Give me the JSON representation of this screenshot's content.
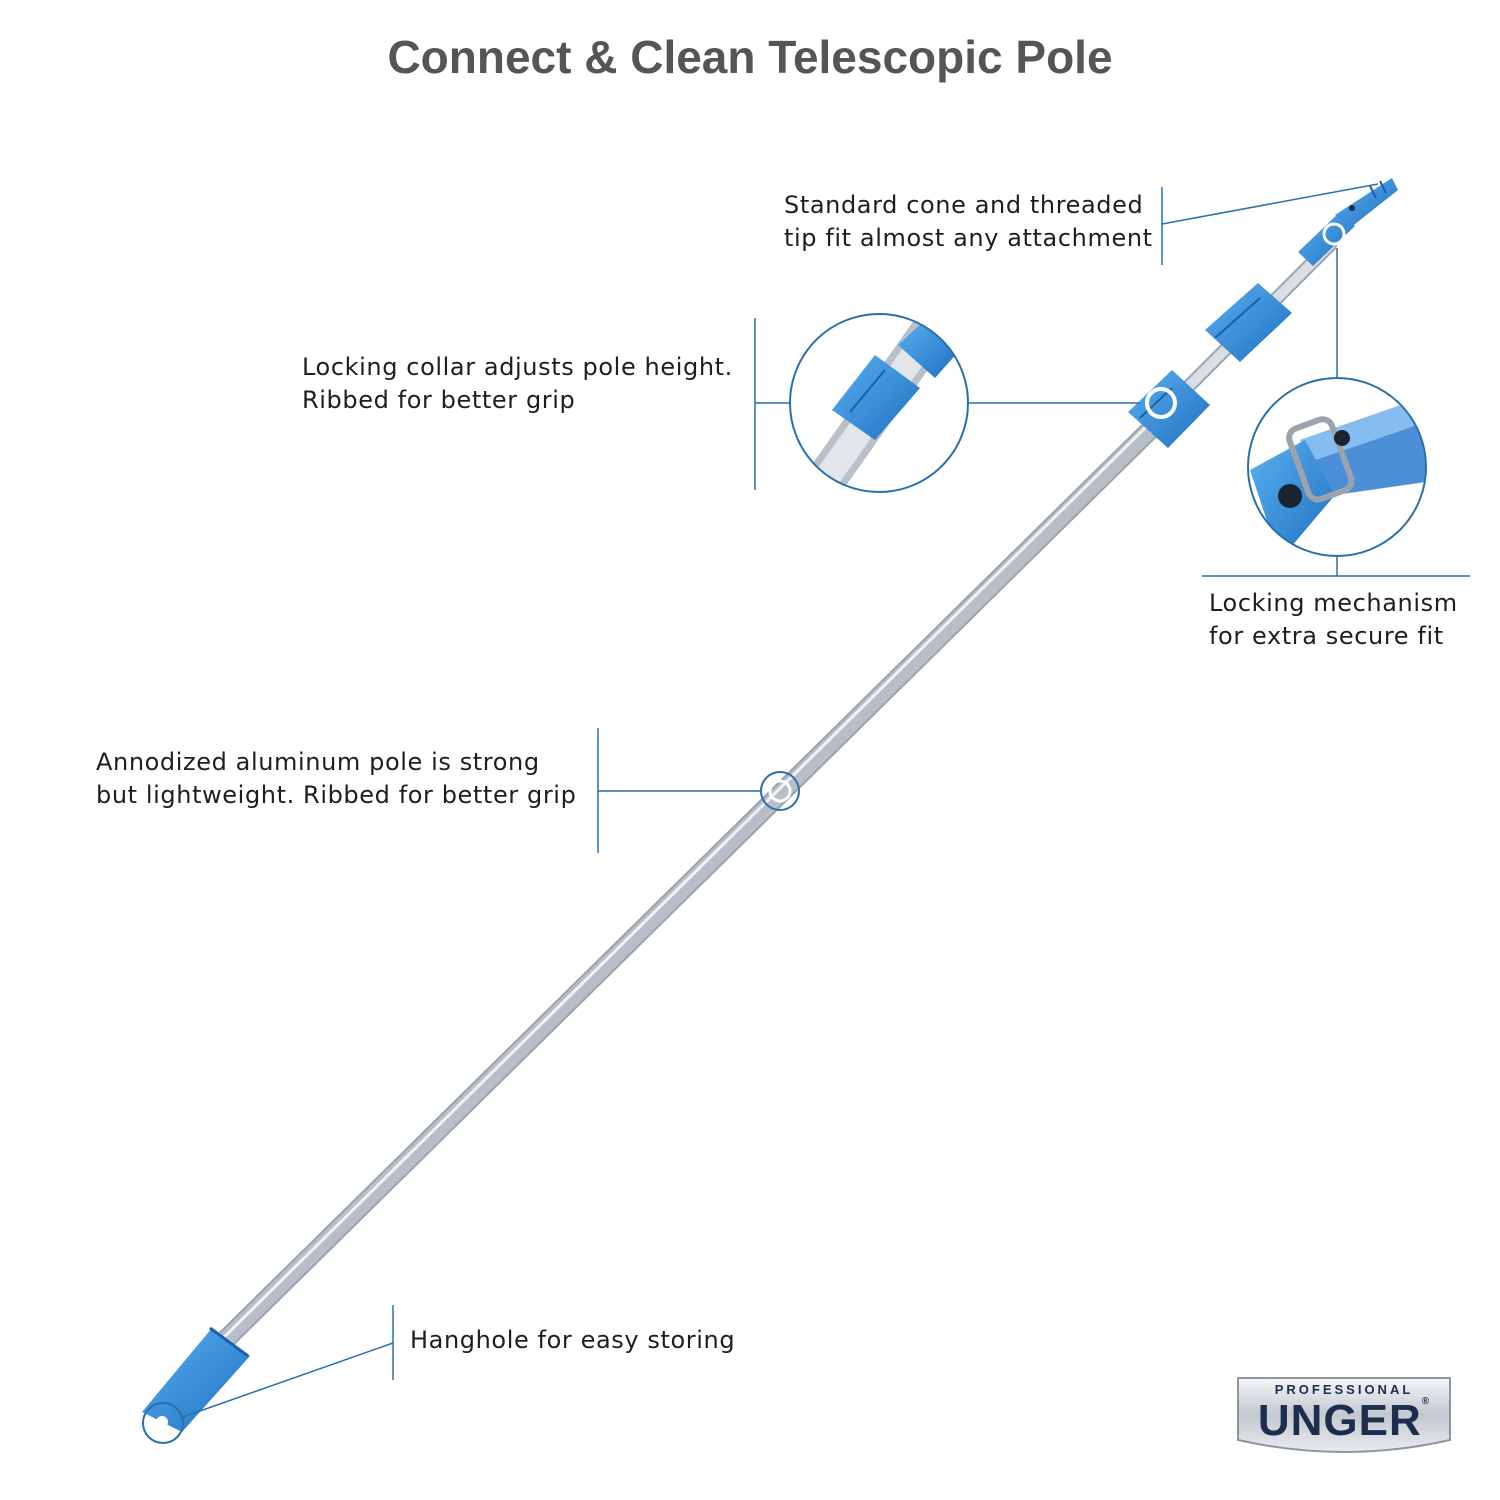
{
  "title": "Connect & Clean Telescopic Pole",
  "callouts": {
    "tip": {
      "line1": "Standard cone and threaded",
      "line2": "tip fit almost any attachment"
    },
    "collar": {
      "line1": "Locking collar adjusts pole height.",
      "line2": "Ribbed for better grip"
    },
    "mechanism": {
      "line1": "Locking mechanism",
      "line2": "for extra secure fit"
    },
    "pole": {
      "line1": "Annodized aluminum pole is strong",
      "line2": "but lightweight. Ribbed for better grip"
    },
    "hanghole": {
      "line1": "Hanghole for easy storing"
    }
  },
  "logo": {
    "top_text": "PROFESSIONAL",
    "brand": "UNGER",
    "registered_mark": "®"
  },
  "colors": {
    "accent_blue": "#2f86d6",
    "line_blue": "#2a6fa8",
    "pole_silver": "#c9ced6",
    "title_gray": "#555555",
    "logo_navy": "#1d2d4e"
  }
}
